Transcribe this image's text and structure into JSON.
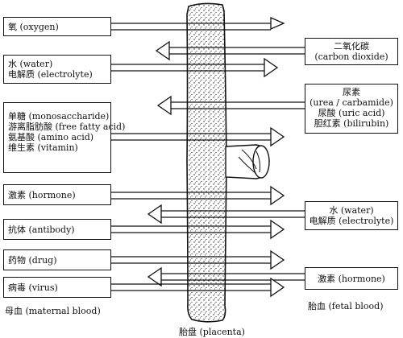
{
  "left_boxes": [
    {
      "id": "oxygen",
      "lines": [
        "氧 (oxygen)"
      ]
    },
    {
      "id": "water-electrolyte",
      "lines": [
        "水 (water)",
        "电解质 (electrolyte)"
      ]
    },
    {
      "id": "nutrients",
      "lines": [
        "单糖 (monosaccharide)",
        "游离脂肪酸 (free fatty acid)",
        "氨基酸 (amino acid)",
        "维生素 (vitamin)"
      ]
    },
    {
      "id": "hormone",
      "lines": [
        "激素 (hormone)"
      ]
    },
    {
      "id": "antibody",
      "lines": [
        "抗体 (antibody)"
      ]
    },
    {
      "id": "drug",
      "lines": [
        "药物 (drug)"
      ]
    },
    {
      "id": "virus",
      "lines": [
        "病毒 (virus)"
      ]
    }
  ],
  "right_boxes": [
    {
      "id": "carbon-dioxide",
      "lines": [
        "二氧化碳",
        "(carbon dioxide)"
      ]
    },
    {
      "id": "waste",
      "lines": [
        "尿素",
        "(urea / carbamide)",
        "尿酸 (uric acid)",
        "胆红素 (bilirubin)"
      ]
    },
    {
      "id": "water-electrolyte-fetal",
      "lines": [
        "水 (water)",
        "电解质 (electrolyte)"
      ]
    },
    {
      "id": "hormone-fetal",
      "lines": [
        "激素 (hormone)"
      ]
    }
  ],
  "labels": {
    "maternal": "母血 (maternal blood)",
    "fetal": "胎血 (fetal blood)",
    "placenta": "胎盘 (placenta)"
  },
  "colors": {
    "ink": "#111111",
    "stipple": "#2a2a2a"
  }
}
